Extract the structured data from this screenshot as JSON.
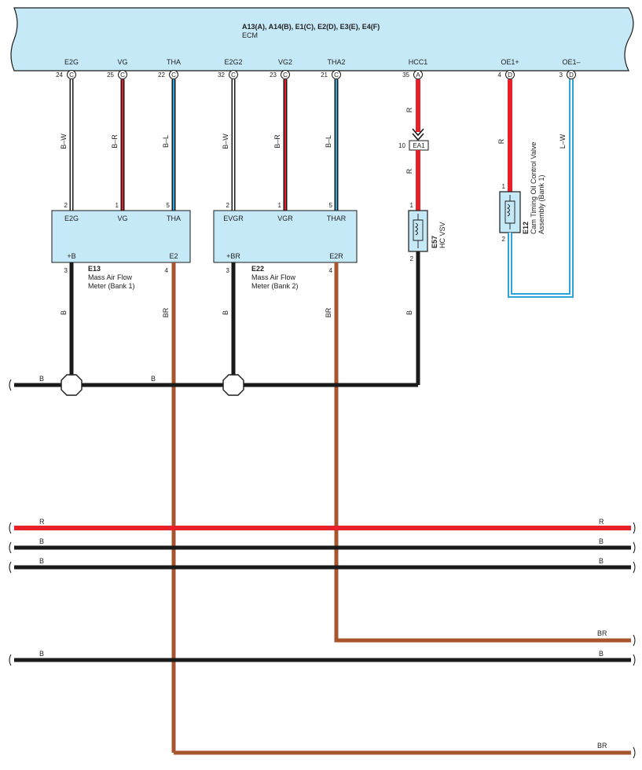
{
  "colors": {
    "ecm_fill": "#c6e9f8",
    "red": "#e8202a",
    "black": "#1a1a1a",
    "brown": "#a8542c",
    "blue": "#2aa6dc",
    "pink": "#e8202a"
  },
  "ecm": {
    "connectors": "A13(A), A14(B), E1(C), E2(D), E3(E), E4(F)",
    "name": "ECM",
    "terminals": [
      {
        "label": "E2G",
        "pin": "24",
        "conn": "C"
      },
      {
        "label": "VG",
        "pin": "25",
        "conn": "C"
      },
      {
        "label": "THA",
        "pin": "22",
        "conn": "C"
      },
      {
        "label": "E2G2",
        "pin": "32",
        "conn": "C"
      },
      {
        "label": "VG2",
        "pin": "23",
        "conn": "C"
      },
      {
        "label": "THA2",
        "pin": "21",
        "conn": "C"
      },
      {
        "label": "HCC1",
        "pin": "35",
        "conn": "A"
      },
      {
        "label": "OE1+",
        "pin": "4",
        "conn": "D"
      },
      {
        "label": "OE1–",
        "pin": "3",
        "conn": "D"
      }
    ]
  },
  "wire_colors": {
    "bw1": "B–W",
    "br1": "B–R",
    "bl1": "B–L",
    "bw2": "B–W",
    "br2": "B–R",
    "bl2": "B–L",
    "r_top": "R",
    "r_mid": "R",
    "r_oe": "R",
    "lw": "L–W",
    "b_e13": "B",
    "br_e13": "BR",
    "b_e22": "B",
    "br_e22": "BR",
    "b_e57": "B"
  },
  "e13": {
    "id": "E13",
    "name_line1": "Mass Air Flow",
    "name_line2": "Meter (Bank 1)",
    "top_pins": [
      {
        "label": "E2G",
        "pin": "2"
      },
      {
        "label": "VG",
        "pin": "1"
      },
      {
        "label": "THA",
        "pin": "5"
      }
    ],
    "bottom_pins": [
      {
        "label": "+B",
        "pin": "3"
      },
      {
        "label": "E2",
        "pin": "4"
      }
    ]
  },
  "e22": {
    "id": "E22",
    "name_line1": "Mass Air Flow",
    "name_line2": "Meter (Bank 2)",
    "top_pins": [
      {
        "label": "EVGR",
        "pin": "2"
      },
      {
        "label": "VGR",
        "pin": "1"
      },
      {
        "label": "THAR",
        "pin": "5"
      }
    ],
    "bottom_pins": [
      {
        "label": "+BR",
        "pin": "3"
      },
      {
        "label": "E2R",
        "pin": "4"
      }
    ]
  },
  "ea1": {
    "id": "EA1",
    "pin": "10"
  },
  "e57": {
    "id": "E57",
    "name": "HC VSV",
    "pin_top": "1",
    "pin_bottom": "2"
  },
  "e12": {
    "id": "E12",
    "name_line1": "Cam Timing Oil Control Valve",
    "name_line2": "Assembly (Bank 1)",
    "pin_top": "1",
    "pin_bottom": "2"
  },
  "ground_bus": {
    "left": "B",
    "mid": "B"
  },
  "bottom_lines": [
    {
      "left": "R",
      "right": "R"
    },
    {
      "left": "B",
      "right": "B"
    },
    {
      "left": "B",
      "right": "B"
    },
    {
      "right": "BR"
    },
    {
      "left": "B",
      "right": "B"
    },
    {
      "right": "BR"
    }
  ]
}
